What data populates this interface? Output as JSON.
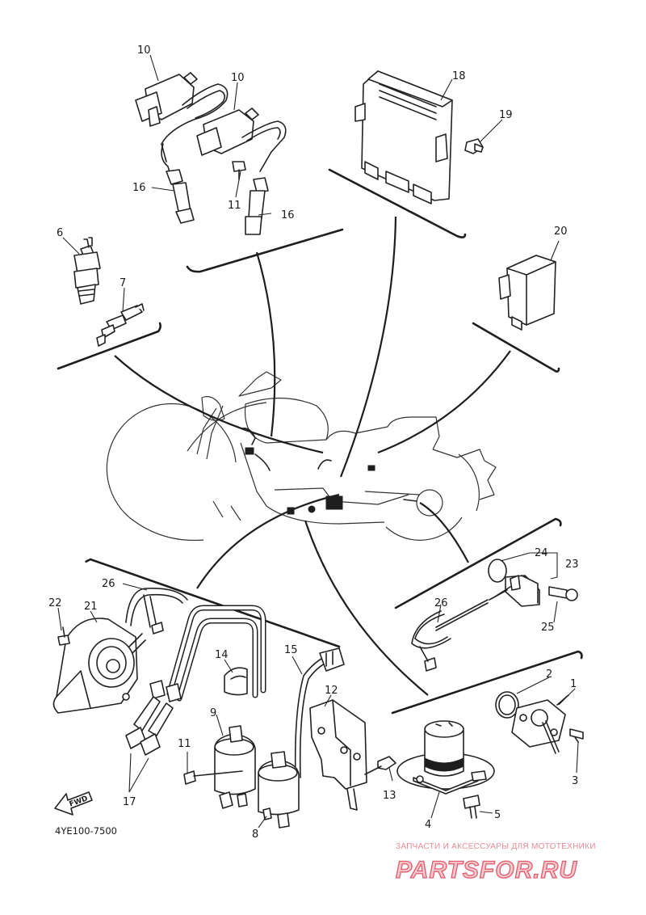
{
  "diagram": {
    "reference_code": "4YE100-7500",
    "fwd_label": "FWD",
    "callouts": [
      {
        "id": "c10a",
        "text": "10"
      },
      {
        "id": "c10b",
        "text": "10"
      },
      {
        "id": "c16a",
        "text": "16"
      },
      {
        "id": "c11a",
        "text": "11"
      },
      {
        "id": "c16b",
        "text": "16"
      },
      {
        "id": "c18",
        "text": "18"
      },
      {
        "id": "c19",
        "text": "19"
      },
      {
        "id": "c6",
        "text": "6"
      },
      {
        "id": "c7",
        "text": "7"
      },
      {
        "id": "c20",
        "text": "20"
      },
      {
        "id": "c24",
        "text": "24"
      },
      {
        "id": "c23",
        "text": "23"
      },
      {
        "id": "c25",
        "text": "25"
      },
      {
        "id": "c26a",
        "text": "26"
      },
      {
        "id": "c26b",
        "text": "26"
      },
      {
        "id": "c22",
        "text": "22"
      },
      {
        "id": "c21",
        "text": "21"
      },
      {
        "id": "c14",
        "text": "14"
      },
      {
        "id": "c15",
        "text": "15"
      },
      {
        "id": "c12",
        "text": "12"
      },
      {
        "id": "c9",
        "text": "9"
      },
      {
        "id": "c11b",
        "text": "11"
      },
      {
        "id": "c13",
        "text": "13"
      },
      {
        "id": "c17",
        "text": "17"
      },
      {
        "id": "c8",
        "text": "8"
      },
      {
        "id": "c2",
        "text": "2"
      },
      {
        "id": "c1",
        "text": "1"
      },
      {
        "id": "c3",
        "text": "3"
      },
      {
        "id": "c4",
        "text": "4"
      },
      {
        "id": "c5",
        "text": "5"
      }
    ]
  },
  "watermark": {
    "subtitle": "ЗАПЧАСТИ И АКСЕССУАРЫ ДЛЯ МОТОТЕХНИКИ",
    "brand": "PARTSFOR.RU",
    "brand_color": "#e35b6b"
  },
  "colors": {
    "line": "#222222",
    "background": "#ffffff"
  }
}
